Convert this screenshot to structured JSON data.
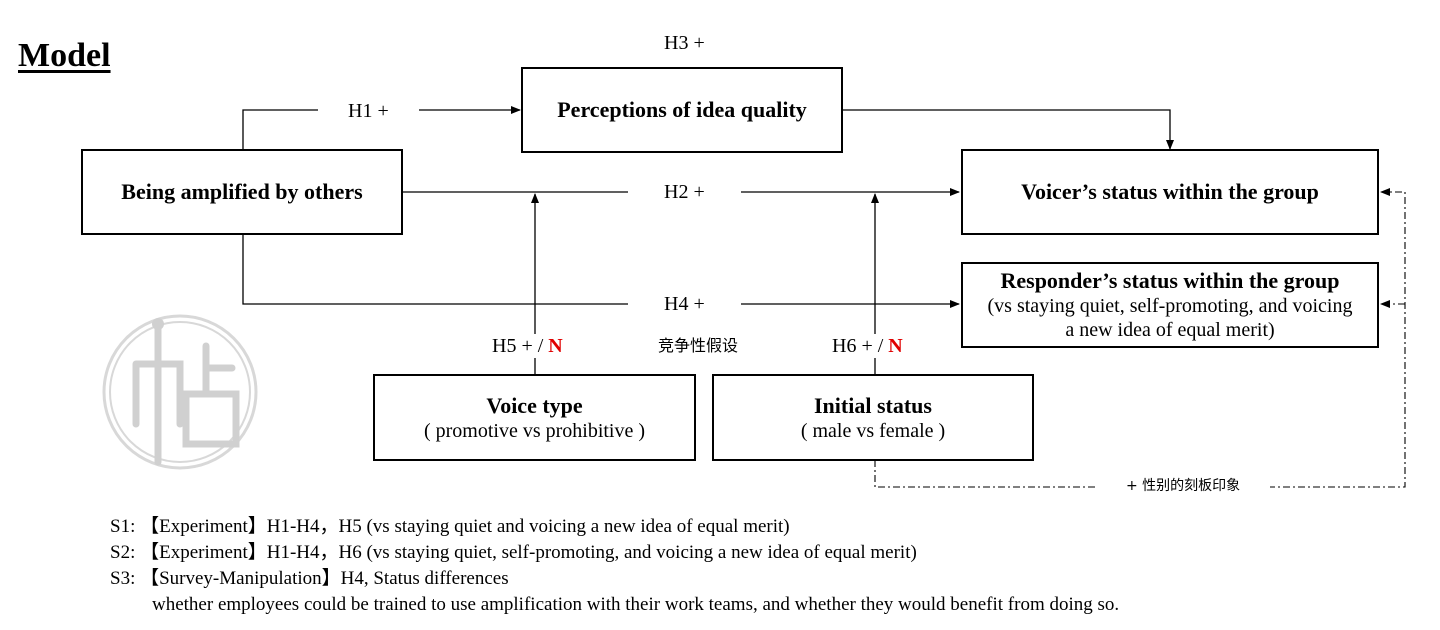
{
  "title": "Model",
  "boxes": {
    "amplified": "Being amplified by others",
    "idea_quality": "Perceptions of idea quality",
    "voicer_status": "Voicer’s status within the group",
    "responder_title": "Responder’s status within the group",
    "responder_sub1": "(vs staying quiet, self-promoting, and voicing",
    "responder_sub2": "a new idea of equal merit)",
    "voice_type_title": "Voice type",
    "voice_type_sub": "( promotive vs prohibitive )",
    "initial_status_title": "Initial status",
    "initial_status_sub": "( male vs female )"
  },
  "labels": {
    "h1": "H1  +",
    "h2": "H2  +",
    "h3": "H3  +",
    "h4": "H4  +",
    "h5_prefix": "H5  + / ",
    "h6_prefix": "H6  + / ",
    "n": "N",
    "competing": "竞争性假设",
    "stereotype": "+ 性别的刻板印象"
  },
  "notes": {
    "s1": "S1: 【Experiment】H1-H4，H5  (vs staying quiet and voicing a new idea of equal merit)",
    "s2": "S2: 【Experiment】H1-H4，H6  (vs staying quiet, self-promoting, and voicing a new idea of equal merit)",
    "s3": "S3: 【Survey-Manipulation】H4, Status differences",
    "s3_detail": "whether employees could be trained to use amplification with their work teams, and whether they would benefit from doing so."
  },
  "watermark": "seal-stamp"
}
